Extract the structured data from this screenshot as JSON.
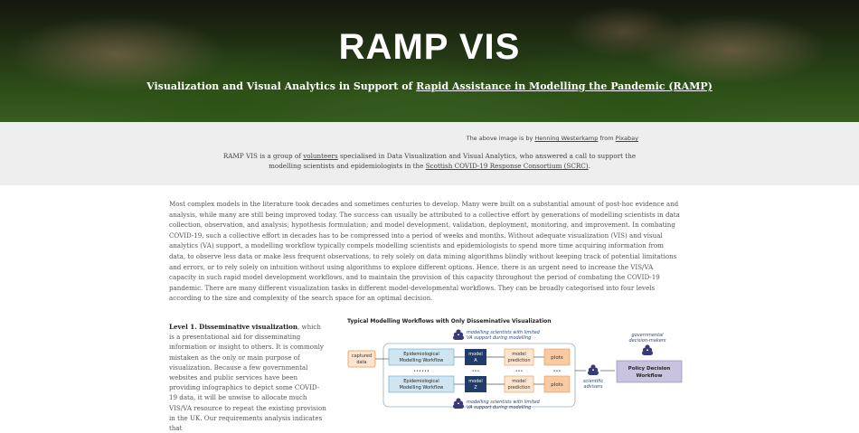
{
  "hero": {
    "title": "RAMP VIS",
    "subtitle_prefix": "Visualization and Visual Analytics in Support of ",
    "subtitle_link": "Rapid Assistance in Modelling the Pandemic (RAMP)"
  },
  "credit": {
    "prefix": "The above image is by ",
    "author": "Henning Westerkamp",
    "middle": " from ",
    "source": "Pixabay"
  },
  "about": {
    "part1": "RAMP VIS is a group of ",
    "link1": "volunteers",
    "part2": " specialised in Data Visualization and Visual Analytics, who answered a call to support the modelling scientists and epidemiologists in the ",
    "link2": "Scottish COVID-19 Response Consortium (SCRC)",
    "part3": "."
  },
  "intro": "Most complex models in the literature took decades and sometimes centuries to develop. Many were built on a substantial amount of post-hoc evidence and analysis, while many are still being improved today. The success can usually be attributed to a collective effort by generations of modelling scientists in data collection, observation, and analysis; hypothesis formulation; and model development, validation, deployment, monitoring, and improvement. In combating COVID-19, such a collective effort in decades has to be compressed into a period of weeks and months. Without adequate visualization (VIS) and visual analytics (VA) support, a modelling workflow typically compels modelling scientists and epidemiologists to spend more time acquiring information from data, to observe less data or make less frequent observations, to rely solely on data mining algorithms blindly without keeping track of potential limitations and errors, or to rely solely on intuition without using algorithms to explore different options. Hence, there is an urgent need to increase the VIS/VA capacity in such rapid model development workflows, and to maintain the provision of this capacity throughout the period of combating the COVID-19 pandemic. There are many different visualization tasks in different model-developmental workflows. They can be broadly categorised into four levels according to the size and complexity of the search space for an optimal decision.",
  "level1": {
    "heading": "Level 1. Disseminative visualization",
    "text": ", which is a presentational aid for disseminating information or insight to others. It is commonly mistaken as the only or main purpose of visualization. Because a few governmental websites and public services have been providing infographics to depict some COVID-19 data, it will be unwise to allocate much VIS/VA resource to repeat the existing provision in the UK. Our requirements analysis indicates that"
  },
  "diagram": {
    "title": "Typical Modelling Workflows with Only Disseminative Visualization",
    "top_note": "modelling scientists with limited VA support during modelling",
    "top_note_1": "modelling scientists with limited",
    "top_note_2": "VA support during modelling",
    "bottom_note_1": "modelling scientists with limited",
    "bottom_note_2": "VA support during modelling",
    "captured_data_1": "captured",
    "captured_data_2": "data",
    "workflow_1": "Epidemiological",
    "workflow_2": "Modelling Workflow",
    "model_a_1": "model",
    "model_a_2": "A",
    "model_z_1": "model",
    "model_z_2": "Z",
    "prediction_1": "model",
    "prediction_2": "prediction",
    "plots": "plots",
    "advisers_1": "scientific",
    "advisers_2": "advisers",
    "gov_1": "governmental",
    "gov_2": "decision-makers",
    "policy_1": "Policy Decision",
    "policy_2": "Workflow",
    "colors": {
      "workflow_fill": "#cfe6f2",
      "model_fill": "#1f3c6b",
      "prediction_fill": "#fde4cf",
      "plots_fill": "#f9c9a0",
      "policy_fill": "#c9c3e0",
      "people": "#3a3a7a"
    }
  }
}
